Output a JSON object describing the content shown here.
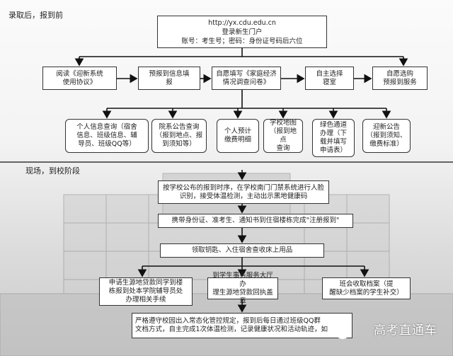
{
  "sections": {
    "before": "录取后，报到前",
    "onsite": "现场，到校阶段"
  },
  "portal": {
    "url": "http://yx.cdu.edu.cn",
    "login": "登录新生门户",
    "account": "账号：考生号；密码：身份证号码后六位"
  },
  "steps": [
    "阅读《迎新系统\n使用协议》",
    "预报到信息填\n报",
    "自愿填写《家庭经济\n情况调查问卷》",
    "自主选择\n寝室",
    "自愿选购\n预报到服务"
  ],
  "info_boxes": [
    "个人信息查询（宿舍\n信息、班级信息、辅\n导员、班级QQ等）",
    "院系公告查询\n（报到地点、报\n到须知等）",
    "个人预计\n缴费明细",
    "学校地图\n（报到地点\n查询",
    "绿色通道\n办理（下\n载并填写\n申请表）",
    "迎新公告\n（报到须知、\n缴费标准）"
  ],
  "onsite_steps": [
    "按学校公布的报到时序，在学校南门门禁系统进行人脸\n识别，接受体温检测，主动出示黑地健康码",
    "携带身份证、准考生、通知书到住宿楼栋完成\"注册报到\"",
    "领取钥匙、入住宿舍查收床上用品"
  ],
  "final_boxes": [
    "申请生源地贷款同学到楼\n栋报到处本学院辅导员处\n办理相关手续",
    "到学生事务服务大厅办\n理生源地贷款回执盖章",
    "班会收取档案（提\n醒缺少档案的学生补交）"
  ],
  "notice": "严格遵守校园出入常态化管控规定，报到后每日通过班级QQ群\n文档方式，自主完成1次体温检测，记录健康状况和活动轨迹，如",
  "watermark": "高考直通车"
}
